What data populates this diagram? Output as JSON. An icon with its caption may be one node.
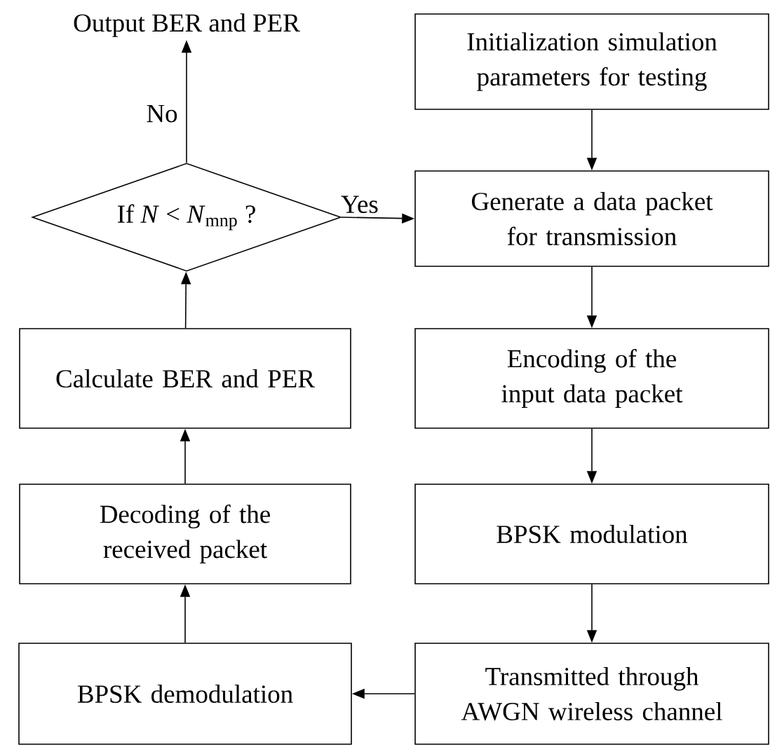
{
  "diagram": {
    "nodes": [
      {
        "text": [
          "Initialization simulation parameters for testing"
        ]
      },
      {
        "text": [
          "Generate a data packet for transmission"
        ]
      },
      {
        "text": [
          "Encoding of the input data packet"
        ]
      },
      {
        "text": [
          "BPSK modulation"
        ]
      },
      {
        "text": [
          "Transmitted through AWGN wireless channel"
        ]
      },
      {
        "text": [
          "BPSK demodulation"
        ]
      },
      {
        "text": [
          "Decoding of the received packet"
        ]
      },
      {
        "text": [
          "Calculate BER and PER"
        ]
      },
      {
        "text": [
          "If  *N* < *N*$_{mnp}$ ?"
        ]
      },
      {
        "text": [
          "Output BER and PER"
        ]
      }
    ],
    "edges": [
      {
        "from": 0,
        "to": 1,
        "arrow": "to"
      },
      {
        "from": 1,
        "to": 2,
        "arrow": "to"
      },
      {
        "from": 2,
        "to": 3,
        "arrow": "to"
      },
      {
        "from": 3,
        "to": 4,
        "arrow": "to"
      },
      {
        "from": 4,
        "to": 5,
        "arrow": "to"
      },
      {
        "from": 5,
        "to": 6,
        "arrow": "to"
      },
      {
        "from": 6,
        "to": 7,
        "arrow": "to"
      },
      {
        "from": 7,
        "to": 8,
        "arrow": "to"
      },
      {
        "from": 8,
        "to": 1,
        "arrow": "to",
        "label": "Yes"
      },
      {
        "from": 8,
        "to": 9,
        "arrow": "to",
        "label": "No"
      }
    ]
  }
}
